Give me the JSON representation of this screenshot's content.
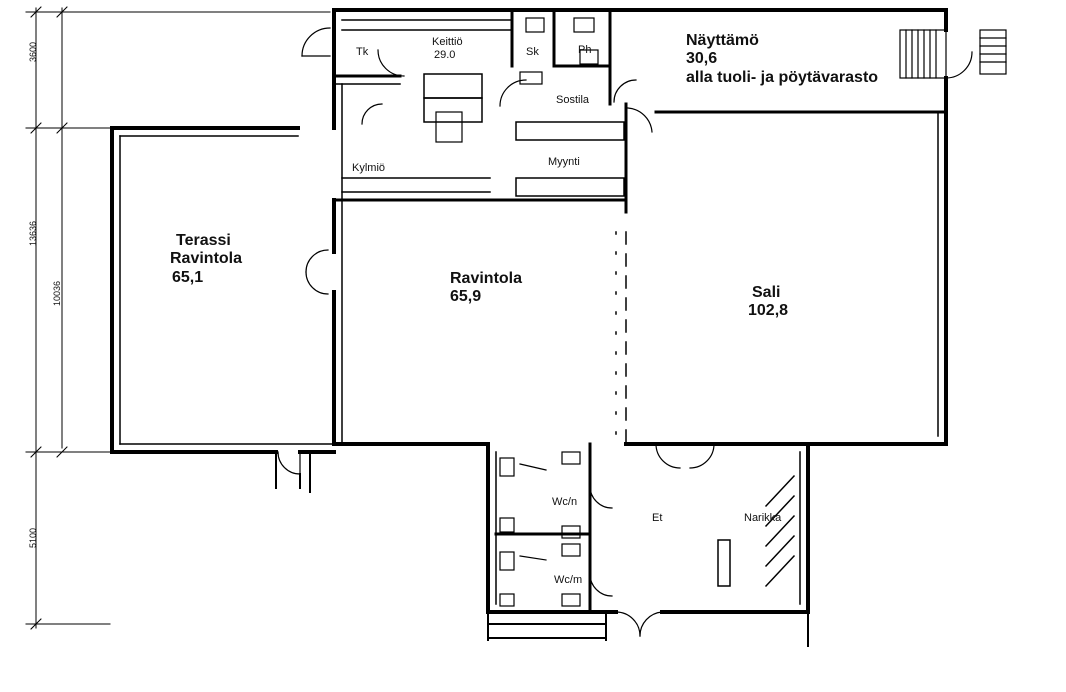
{
  "rooms": {
    "naytamo": {
      "name": "Näyttämö",
      "area": "30,6",
      "note": "alla tuoli- ja pöytävarasto"
    },
    "terassi": {
      "name1": "Terassi",
      "name2": "Ravintola",
      "area": "65,1"
    },
    "ravintola": {
      "name": "Ravintola",
      "area": "65,9"
    },
    "sali": {
      "name": "Sali",
      "area": "102,8"
    },
    "keittio": {
      "name": "Keittiö",
      "area": "29.0"
    },
    "tk": "Tk",
    "sk": "Sk",
    "ph": "Ph",
    "sostila": "Sostila",
    "kylmio": "Kylmiö",
    "myynti": "Myynti",
    "et": "Et",
    "narikka": "Narikka",
    "wc_n": "Wc/n",
    "wc_m": "Wc/m"
  },
  "dimensions": {
    "d1": "3600",
    "d2": "13636",
    "d3": "10036",
    "d4": "5100"
  }
}
